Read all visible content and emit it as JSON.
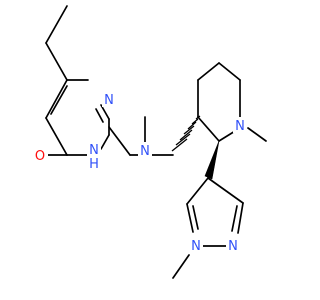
{
  "colors": {
    "background": "#ffffff",
    "bond": "#000000",
    "nitrogen": "#3050f8",
    "oxygen": "#ff0d0d"
  },
  "atoms": {
    "n_pyrimidine_top": "N",
    "n_pyrimidine_nh": "N",
    "h_pyrimidine_nh": "H",
    "o_carbonyl": "O",
    "n_amine": "N",
    "n_piperidine": "N",
    "n_pyrazole_right": "N",
    "n_pyrazole_left": "N"
  }
}
